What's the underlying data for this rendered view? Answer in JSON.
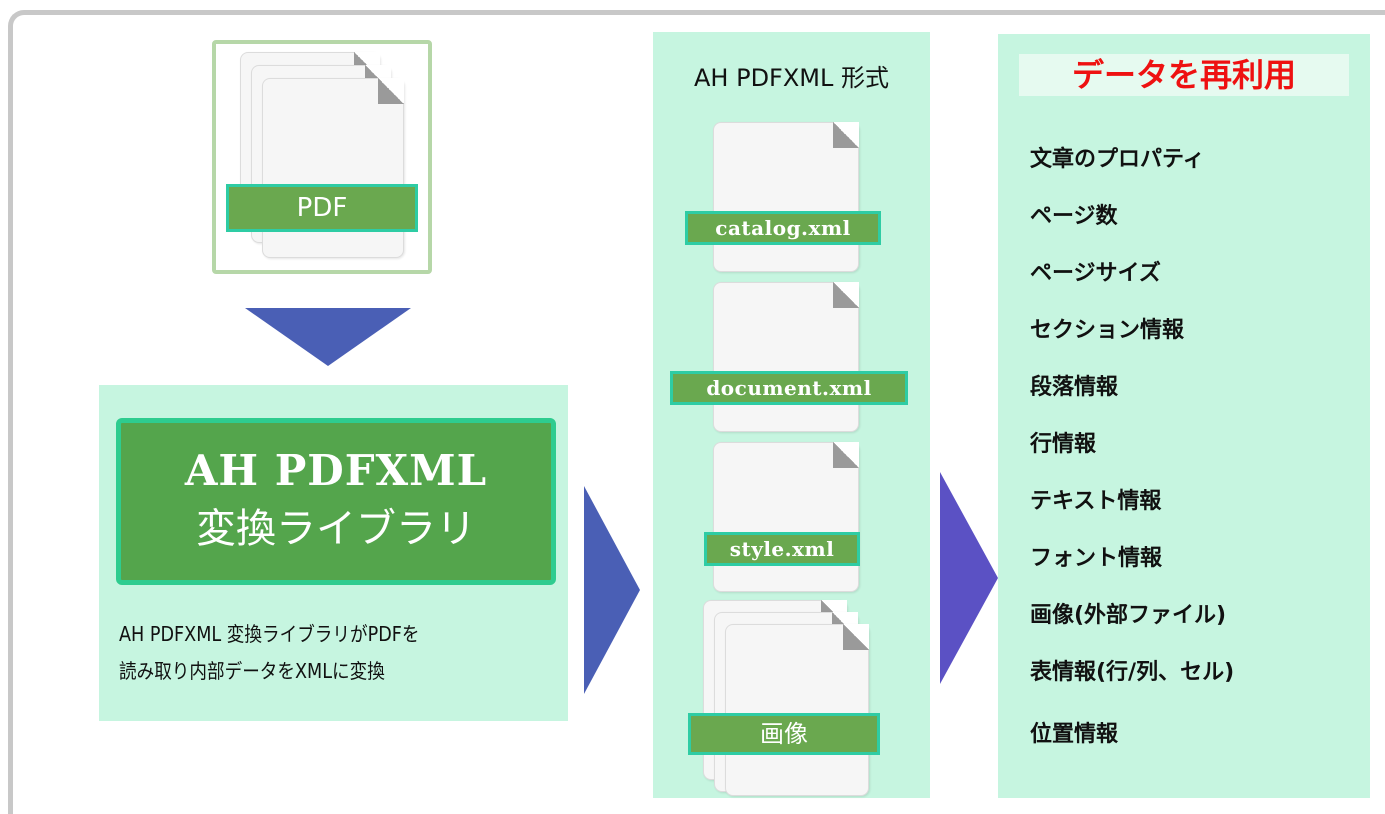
{
  "pdf_input": {
    "label": "PDF"
  },
  "library": {
    "title_line1": "AH PDFXML",
    "title_line2": "変換ライブラリ",
    "description_line1": "AH PDFXML 変換ライブラリがPDFを",
    "description_line2": "読み取り内部データをXMLに変換"
  },
  "format": {
    "title": "AH PDFXML 形式",
    "files": [
      "catalog.xml",
      "document.xml",
      "style.xml",
      "画像"
    ]
  },
  "reuse": {
    "title": "データを再利用",
    "items": [
      "文章のプロパティ",
      "ページ数",
      "ページサイズ",
      "セクション情報",
      "段落情報",
      "行情報",
      "テキスト情報",
      "フォント情報",
      "画像(外部ファイル)",
      "表情報(行/列、セル)",
      "位置情報"
    ]
  },
  "colors": {
    "panel_bg": "#c6f5e0",
    "label_green": "#6aa84f",
    "label_border": "#2ecca4",
    "arrow_blue": "#4a5fb5",
    "arrow_violet": "#5b51c4",
    "reuse_title_red": "#ee1111"
  }
}
